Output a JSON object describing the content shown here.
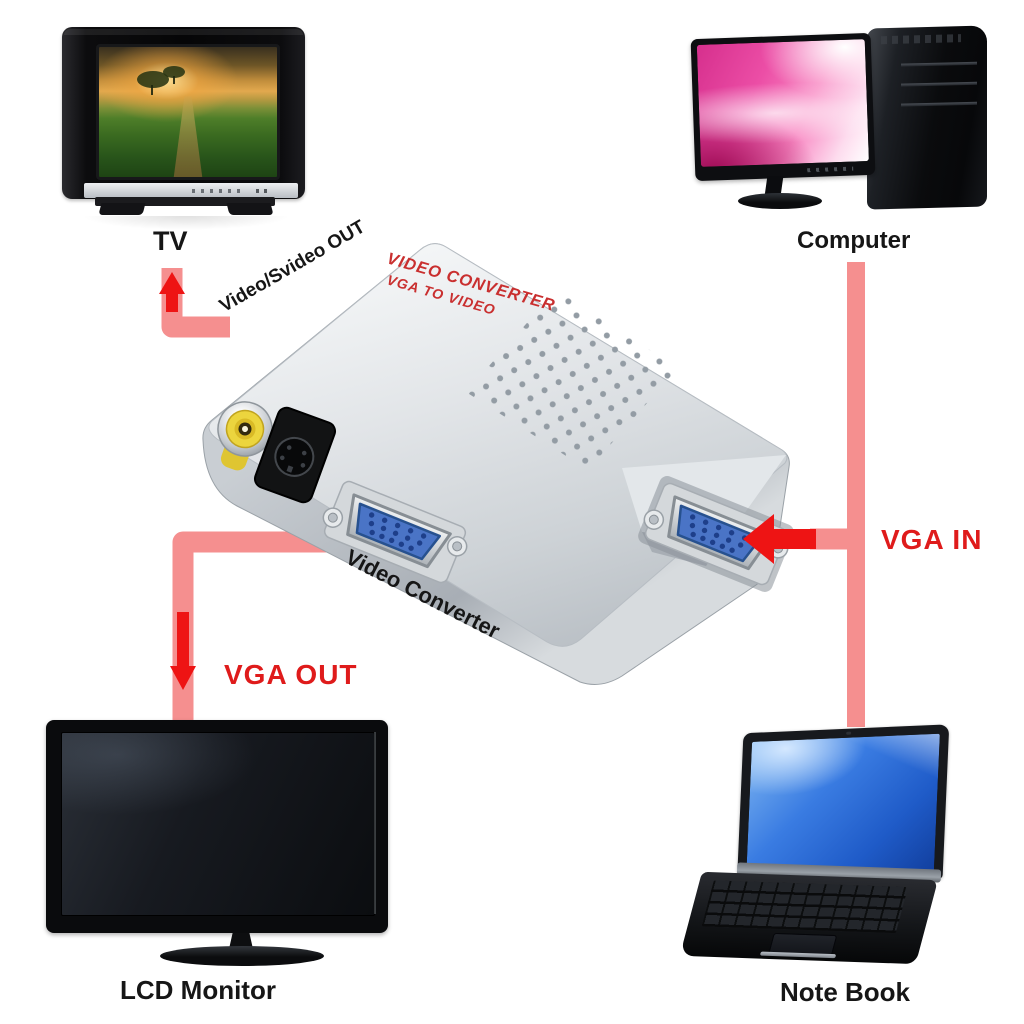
{
  "devices": {
    "tv": {
      "label": "TV"
    },
    "computer": {
      "label": "Computer"
    },
    "converter": {
      "label": "Video Converter",
      "print_line1": "VIDEO CONVERTER",
      "print_line2": "VGA TO VIDEO"
    },
    "lcd": {
      "label": "LCD Monitor"
    },
    "notebook": {
      "label": "Note Book"
    }
  },
  "connections": {
    "tv_out": {
      "label": "Video/Svideo OUT",
      "from": "Video Converter",
      "to": "TV",
      "arrow_direction": "up"
    },
    "vga_in": {
      "label": "VGA IN",
      "from": "Computer / Note Book",
      "to": "Video Converter",
      "arrow_direction": "left"
    },
    "vga_out": {
      "label": "VGA OUT",
      "from": "Video Converter",
      "to": "LCD Monitor",
      "arrow_direction": "down"
    }
  },
  "colors": {
    "background": "#ffffff",
    "path_salmon": "#f58f8f",
    "arrow_red": "#ee1414",
    "label_red": "#df1b1b",
    "label_black": "#161616",
    "vga_blue": "#4a74c6",
    "rca_yellow": "#ecd53e",
    "svideo_black": "#121314",
    "converter_silver": "#d9dde1"
  },
  "icons": {
    "up_arrow": "arrow-up-icon",
    "down_arrow": "arrow-down-icon",
    "left_arrow": "arrow-left-icon"
  }
}
